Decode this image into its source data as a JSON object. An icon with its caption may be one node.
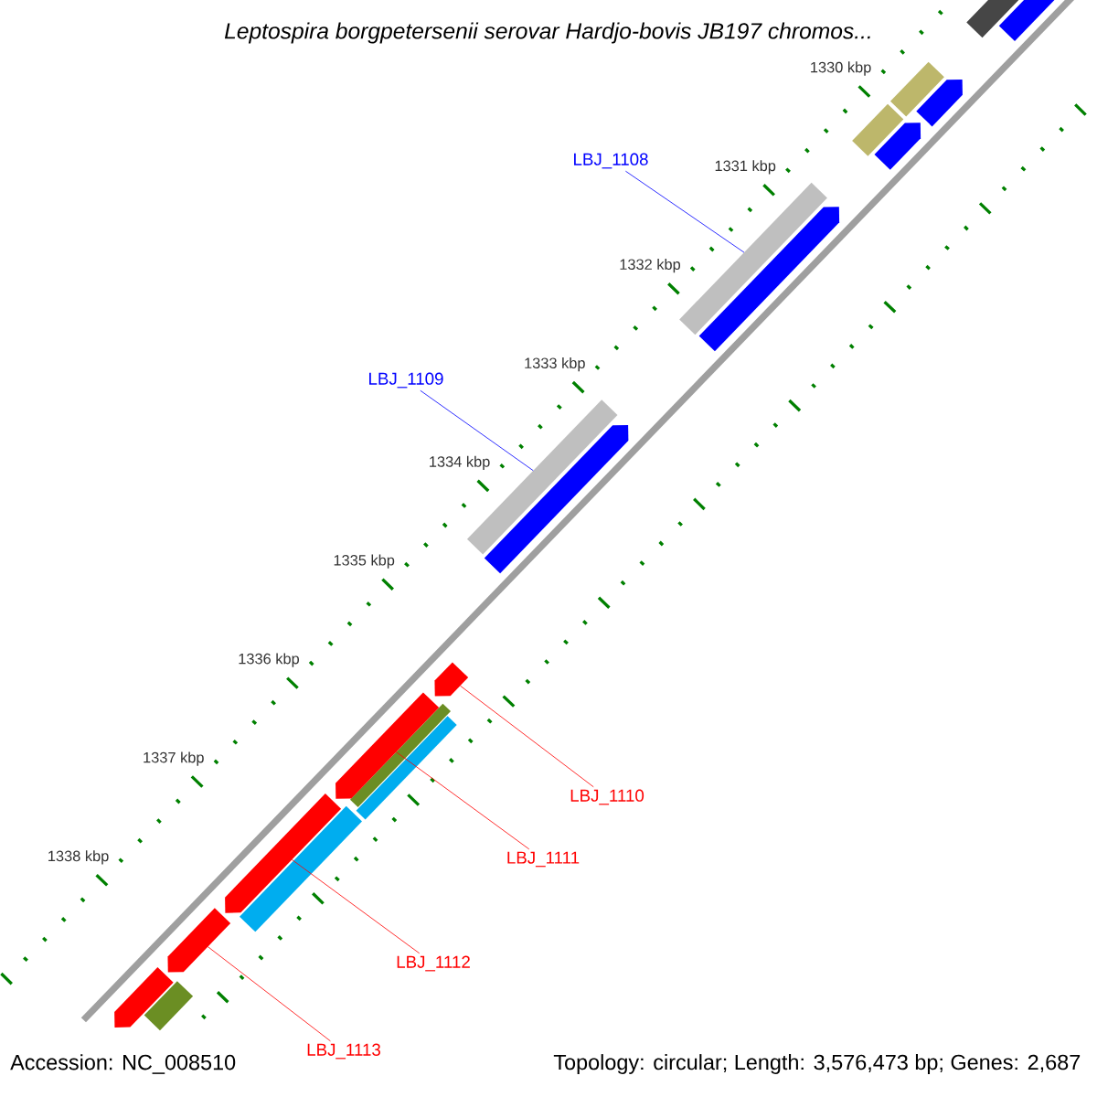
{
  "diagram": {
    "title": "Leptospira borgpetersenii serovar Hardjo-bovis JB197 chromos...",
    "nodes": [
      {
        "text": [
          "LBJ_1108"
        ]
      },
      {
        "text": [
          "LBJ_1109"
        ]
      },
      {
        "text": [
          "LBJ_1110"
        ]
      },
      {
        "text": [
          "LBJ_1111"
        ]
      },
      {
        "text": [
          "LBJ_1112"
        ]
      },
      {
        "text": [
          "LBJ_1113"
        ]
      },
      {
        "text": [],
        "shape": "bar"
      },
      {
        "text": [],
        "shape": "bar"
      },
      {
        "text": [],
        "shape": "bar"
      },
      {
        "text": [],
        "shape": "bar"
      },
      {
        "text": [],
        "shape": "bar"
      },
      {
        "text": [],
        "shape": "bar"
      },
      {
        "text": [],
        "shape": "bar"
      }
    ],
    "edges": [
      {
        "from": 0,
        "to": 6,
        "arrow": "none",
        "color": "#0000ff"
      },
      {
        "from": 1,
        "to": 7,
        "arrow": "none",
        "color": "#0000ff"
      },
      {
        "from": 2,
        "to": 8,
        "arrow": "none"
      },
      {
        "from": 3,
        "to": 9,
        "arrow": "none"
      },
      {
        "from": 4,
        "to": 10,
        "arrow": "none"
      },
      {
        "from": 5,
        "to": 11,
        "arrow": "none"
      }
    ],
    "labels": [
      "1330 kbp",
      "1331 kbp",
      "1332 kbp",
      "1333 kbp",
      "1334 kbp",
      "1335 kbp",
      "1336 kbp",
      "1337 kbp",
      "1338 kbp",
      "Accession: NC_008510",
      "Topology: circular; Length: 3,576,473 bp; Genes: 2,687"
    ]
  }
}
